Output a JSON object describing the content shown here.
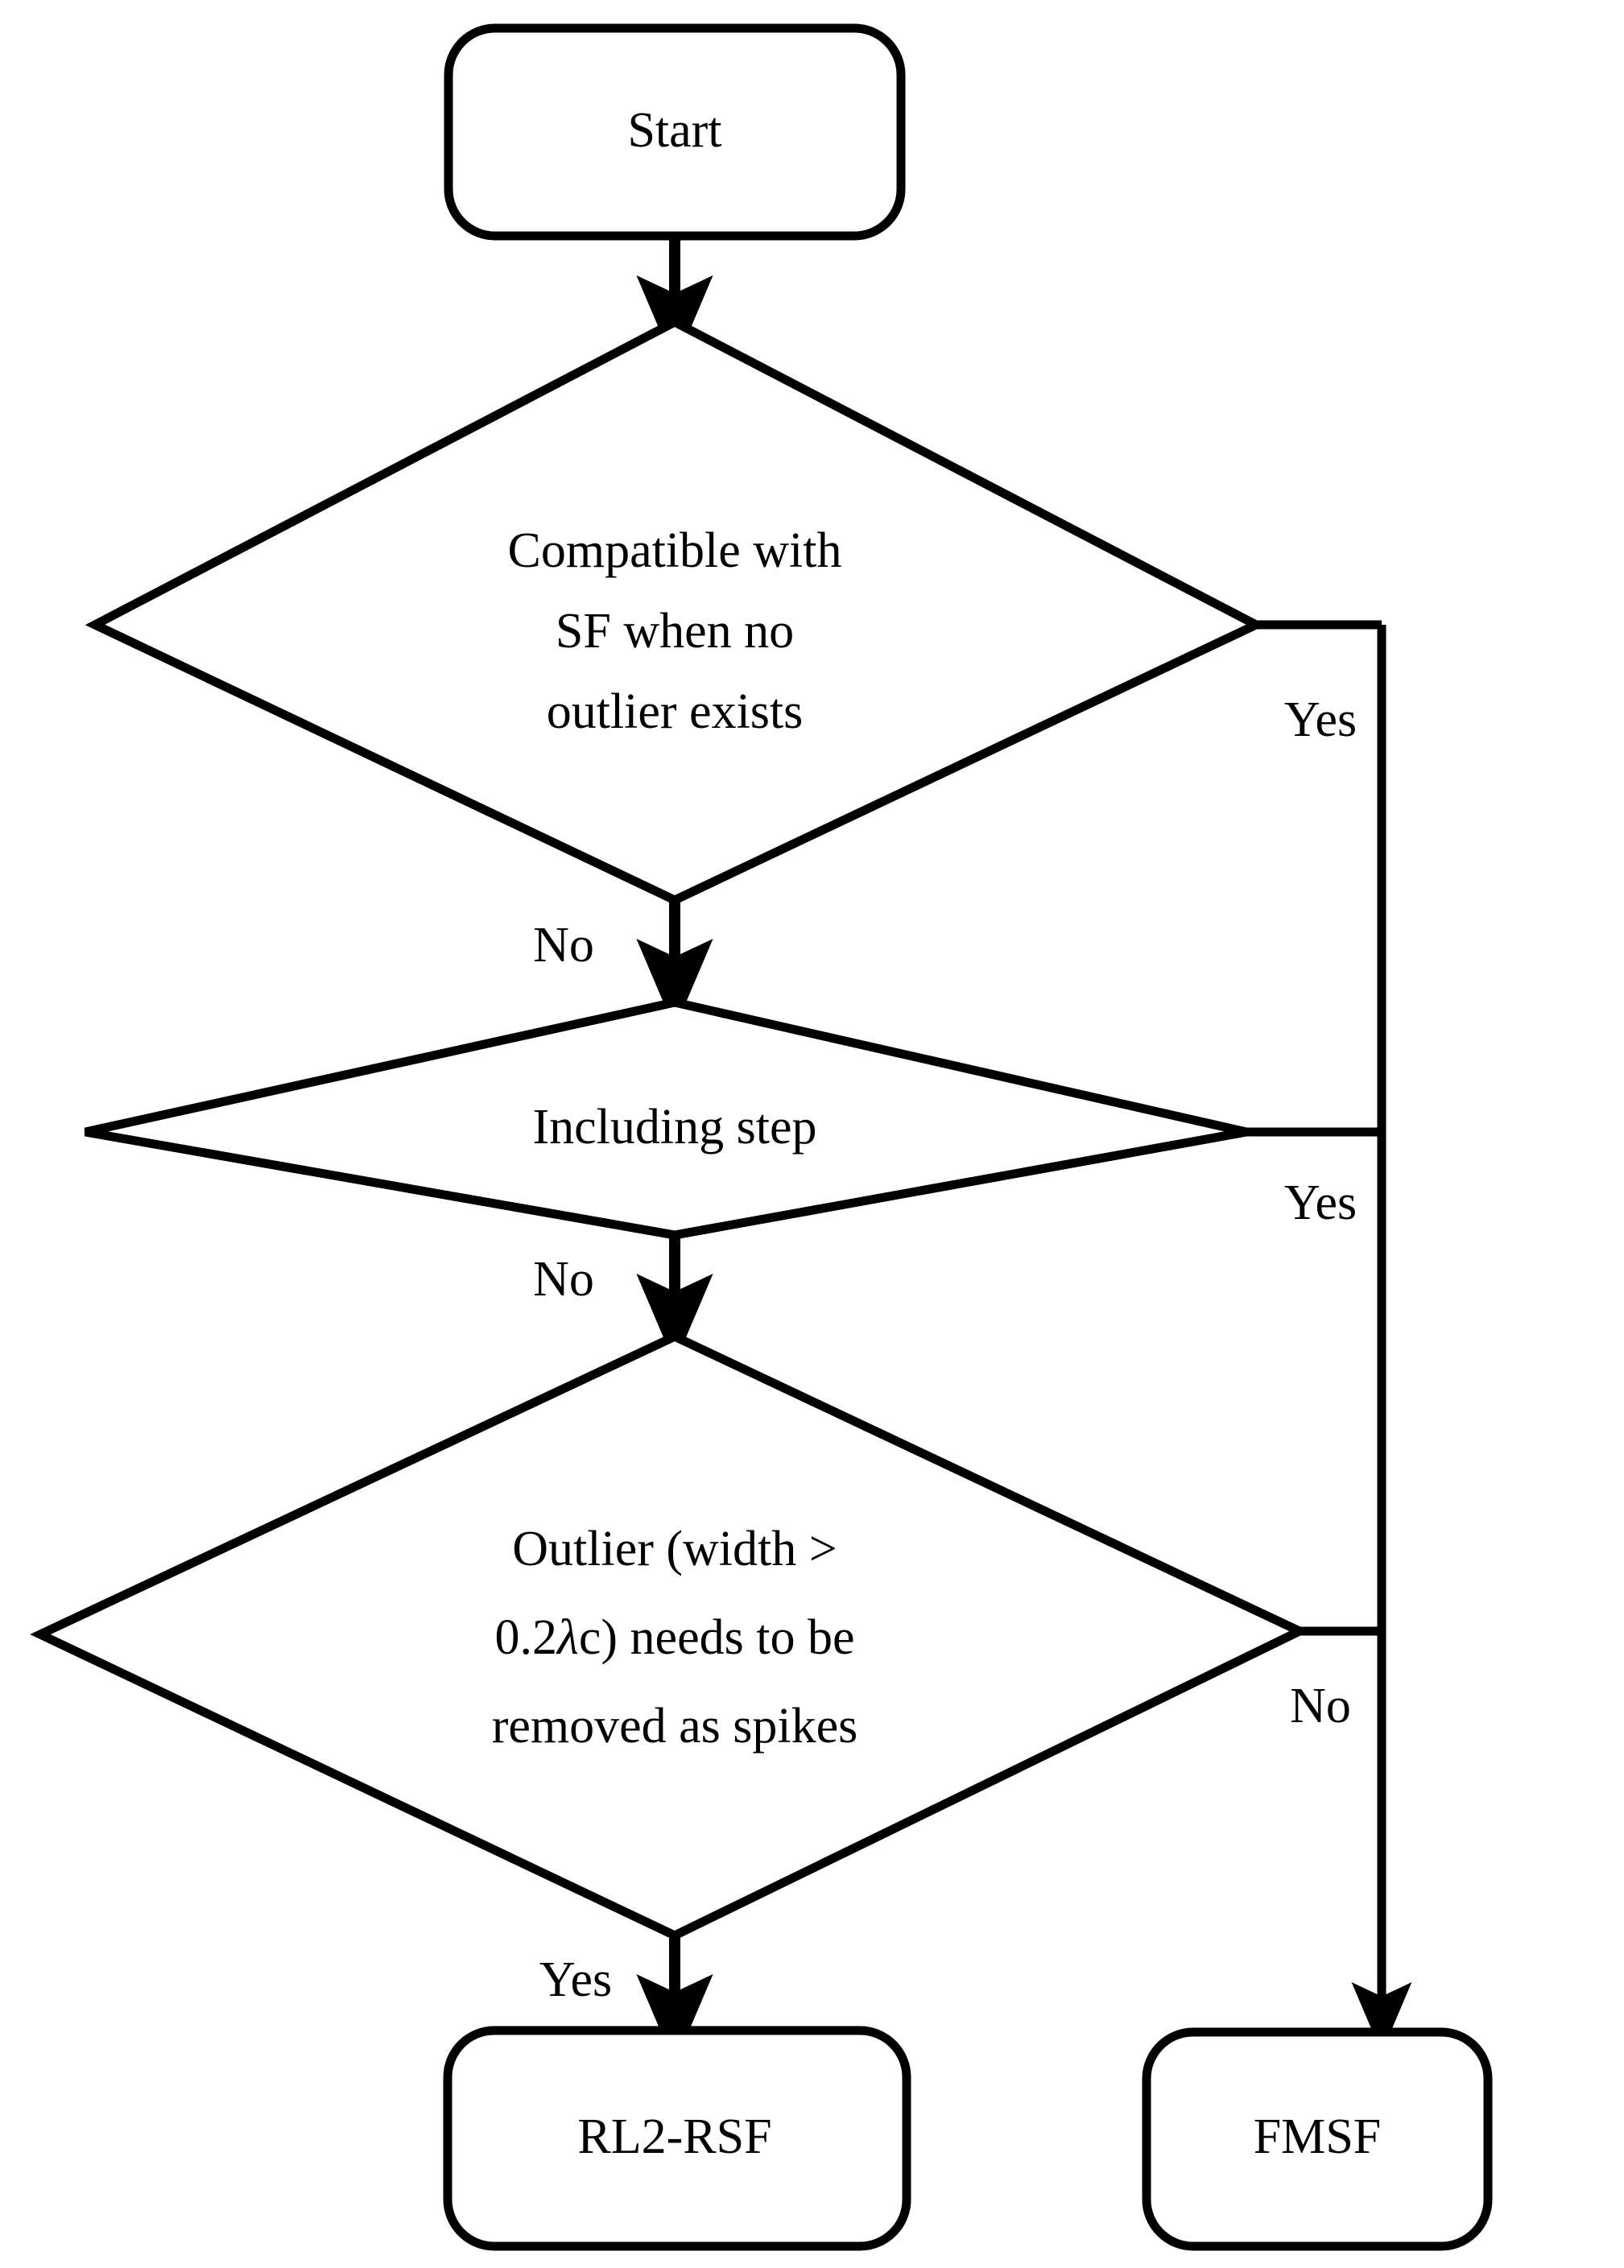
{
  "diagram": {
    "type": "flowchart",
    "title": "Filter selection decision flowchart",
    "background_color": "#ffffff",
    "line_color": "#000000",
    "text_color": "#000000"
  },
  "nodes": {
    "start": {
      "id": "start",
      "shape": "rounded-rectangle",
      "label": "Start"
    },
    "decision1": {
      "id": "decision1",
      "shape": "diamond",
      "label_line1": "Compatible with",
      "label_line2": "SF when no",
      "label_line3": "outlier exists"
    },
    "decision2": {
      "id": "decision2",
      "shape": "diamond",
      "label": "Including step"
    },
    "decision3": {
      "id": "decision3",
      "shape": "diamond",
      "label_line1": "Outlier (width >",
      "label_line2_a": "0.2",
      "label_line2_lambda": "λ",
      "label_line2_b": "c) needs to be",
      "label_line3": "removed as spikes"
    },
    "end_left": {
      "id": "end_left",
      "shape": "rounded-rectangle",
      "label": "RL2-RSF"
    },
    "end_right": {
      "id": "end_right",
      "shape": "rounded-rectangle",
      "label": "FMSF"
    }
  },
  "edges": [
    {
      "id": "e1",
      "from": "start",
      "to": "decision1",
      "label": ""
    },
    {
      "id": "e2",
      "from": "decision1",
      "to": "end_right",
      "label": "Yes"
    },
    {
      "id": "e3",
      "from": "decision1",
      "to": "decision2",
      "label": "No"
    },
    {
      "id": "e4",
      "from": "decision2",
      "to": "end_right",
      "label": "Yes"
    },
    {
      "id": "e5",
      "from": "decision2",
      "to": "decision3",
      "label": "No"
    },
    {
      "id": "e6",
      "from": "decision3",
      "to": "end_right",
      "label": "No"
    },
    {
      "id": "e7",
      "from": "decision3",
      "to": "end_left",
      "label": "Yes"
    }
  ],
  "edge_labels": {
    "d1_yes": "Yes",
    "d1_no": "No",
    "d2_yes": "Yes",
    "d2_no": "No",
    "d3_no": "No",
    "d3_yes": "Yes"
  }
}
